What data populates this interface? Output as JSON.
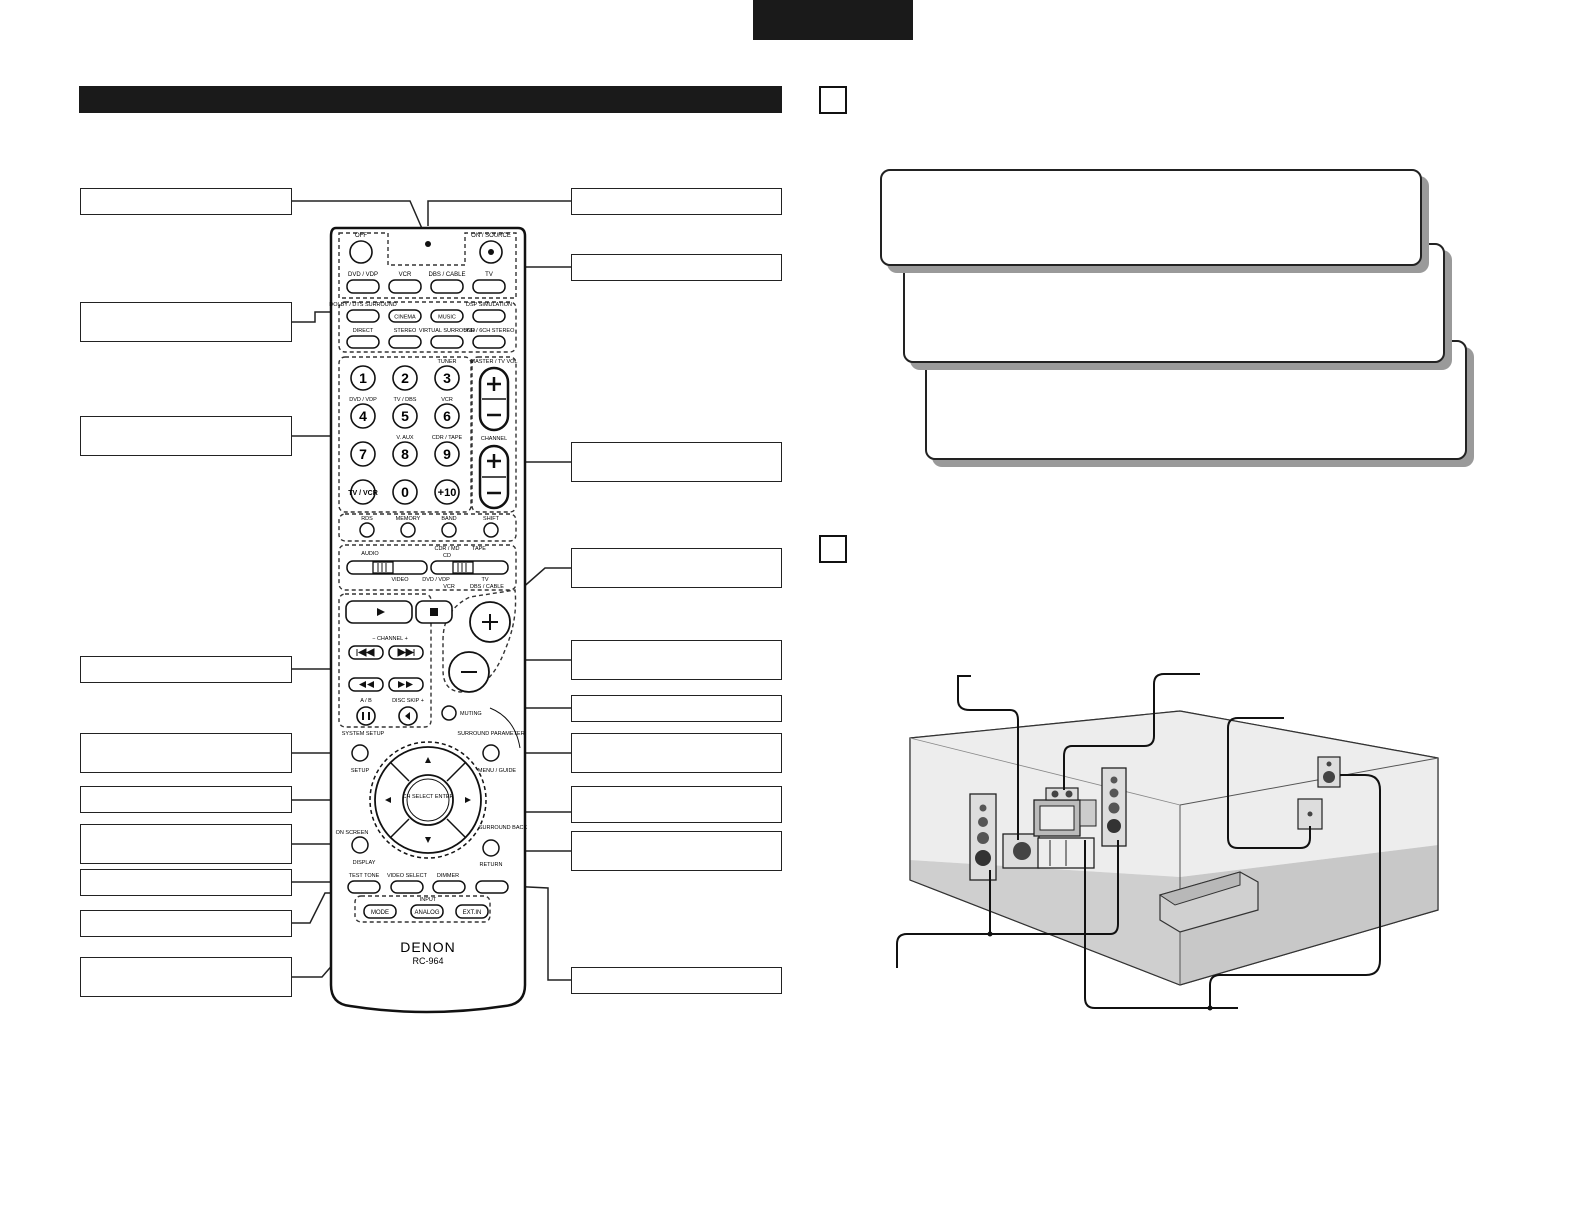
{
  "remote": {
    "brand": "DENON",
    "model": "RC-964",
    "labels": {
      "off": "OFF",
      "on_source": "ON / SOURCE",
      "dvd_vdp": "DVD / VDP",
      "vcr": "VCR",
      "dbs_cable": "DBS / CABLE",
      "tv": "TV",
      "dolby_dts_surround": "DOLBY / DTS SURROUND",
      "cinema": "CINEMA",
      "music": "MUSIC",
      "dsp_simulation": "DSP SIMULATION",
      "direct": "DIRECT",
      "stereo": "STEREO",
      "virtual_surround": "VIRTUAL SURROUND",
      "5ch_7ch_stereo": "5CH / 6CH STEREO",
      "tuner": "TUNER",
      "master_tv_vol": "MASTER / TV VOL",
      "dvd_vdp_num": "DVD / VDP",
      "tv_dbs": "TV / DBS",
      "vcr_num": "VCR",
      "v_aux": "V. AUX",
      "cdr_tape": "CDR / TAPE",
      "channel": "CHANNEL",
      "tv_vcr": "TV / VCR",
      "plus10": "+10",
      "rds": "RDS",
      "memory": "MEMORY",
      "band": "BAND",
      "shift": "SHIFT",
      "audio": "AUDIO",
      "cdr_md": "CDR / MD",
      "cd": "CD",
      "tape": "TAPE",
      "video": "VIDEO",
      "dvd_vdp_sel": "DVD / VDP",
      "vcr_sel": "VCR",
      "tv_sel": "TV",
      "dbs_cable_sel": "DBS / CABLE",
      "channel_pm": "−  CHANNEL  +",
      "a_b": "A / B",
      "disc_skip": "DISC SKIP +",
      "muting": "MUTING",
      "system_setup": "SYSTEM SETUP",
      "setup": "SETUP",
      "surround_parameter": "SURROUND PARAMETER",
      "menu_guide": "MENU / GUIDE",
      "ch_select_enter": "CH SELECT ENTER",
      "on_screen": "ON SCREEN",
      "display": "DISPLAY",
      "surround_back": "SURROUND BACK",
      "return": "RETURN",
      "test_tone": "TEST TONE",
      "video_select": "VIDEO SELECT",
      "dimmer": "DIMMER",
      "input": "INPUT",
      "mode": "MODE",
      "analog": "ANALOG",
      "ext_in": "EXT.IN"
    },
    "digits": [
      "1",
      "2",
      "3",
      "4",
      "5",
      "6",
      "7",
      "8",
      "9",
      "TV / VCR",
      "0",
      "+10"
    ]
  }
}
